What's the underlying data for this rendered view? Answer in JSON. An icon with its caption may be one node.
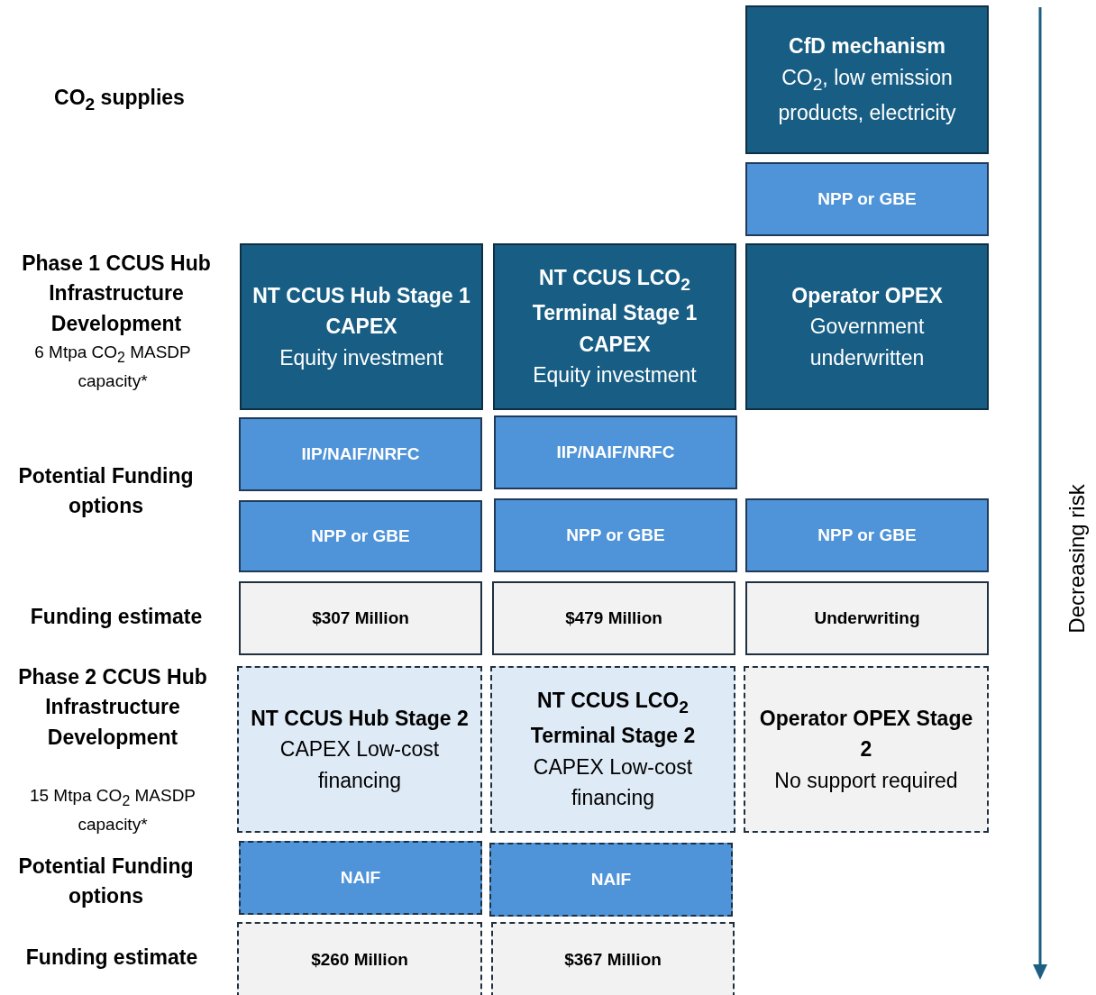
{
  "diagram": {
    "nodes": [
      {
        "text": [
          "CfD mechanism",
          "CO$_{2}$, low emission products, electricity"
        ]
      },
      {
        "text": [
          "NPP or GBE"
        ]
      },
      {
        "text": [
          "NT CCUS Hub Stage 1 CAPEX",
          "Equity investment"
        ]
      },
      {
        "text": [
          "NT CCUS LCO$_{2}$ Terminal Stage 1 CAPEX",
          "Equity investment"
        ]
      },
      {
        "text": [
          "Operator OPEX",
          "Government underwritten"
        ]
      },
      {
        "text": [
          "IIP/NAIF/NRFC"
        ]
      },
      {
        "text": [
          "IIP/NAIF/NRFC"
        ]
      },
      {
        "text": [
          "NPP or GBE"
        ]
      },
      {
        "text": [
          "NPP or GBE"
        ]
      },
      {
        "text": [
          "NPP or GBE"
        ]
      },
      {
        "text": [
          "$307 Million"
        ]
      },
      {
        "text": [
          "$479 Million"
        ]
      },
      {
        "text": [
          "Underwriting"
        ]
      },
      {
        "text": [
          "NT CCUS Hub Stage 2",
          "CAPEX Low-cost financing"
        ]
      },
      {
        "text": [
          "NT CCUS LCO$_{2}$ Terminal Stage 2",
          "CAPEX Low-cost financing"
        ]
      },
      {
        "text": [
          "Operator OPEX Stage 2",
          "No support required"
        ]
      },
      {
        "text": [
          "NAIF"
        ]
      },
      {
        "text": [
          "NAIF"
        ]
      },
      {
        "text": [
          "$260 Million"
        ]
      },
      {
        "text": [
          "$367 Million"
        ]
      }
    ],
    "labels": [
      "CO$_{2}$ supplies",
      "Phase 1 CCUS Hub Infrastructure Development",
      "6 Mtpa CO$_{2}$ MASDP capacity*",
      "Potential Funding options",
      "Funding estimate",
      "Phase 2 CCUS Hub Infrastructure Development",
      "15 Mtpa CO$_{2}$ MASDP capacity*",
      "Potential Funding options",
      "Funding estimate",
      "Decreasing risk"
    ]
  }
}
